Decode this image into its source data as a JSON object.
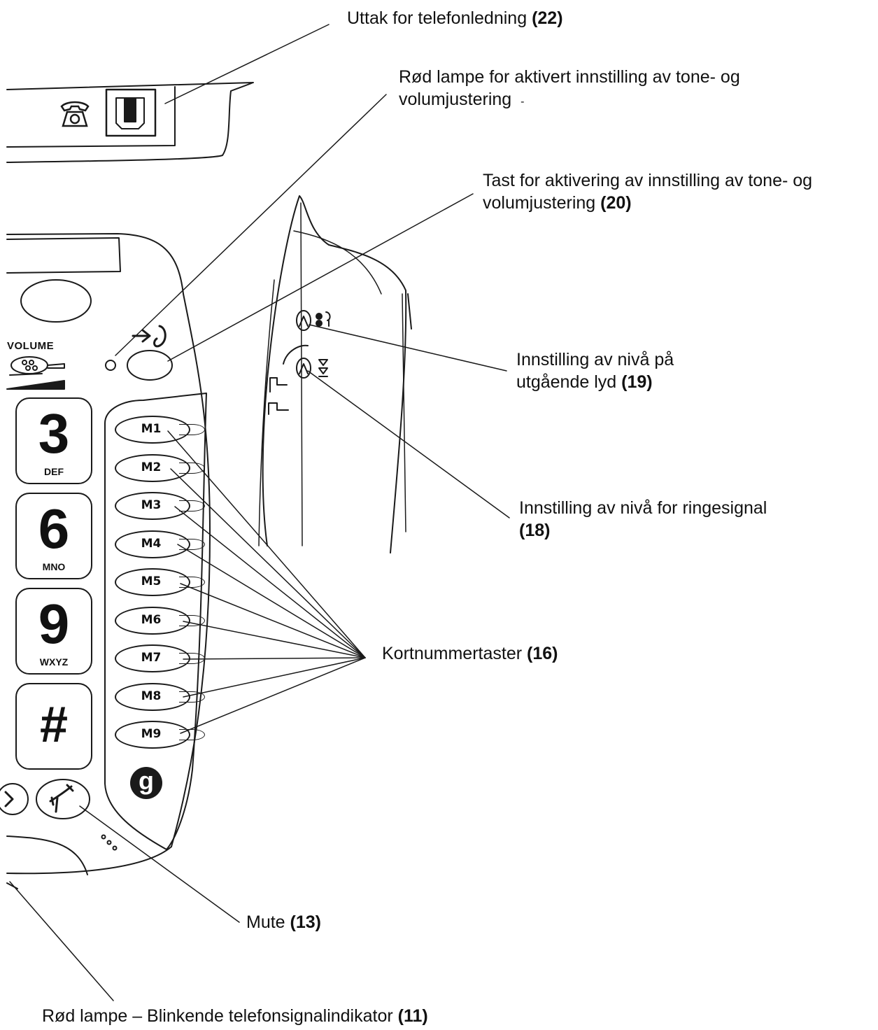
{
  "device": {
    "volume_label": "VOLUME",
    "keys": [
      {
        "digit": "3",
        "letters": "DEF"
      },
      {
        "digit": "6",
        "letters": "MNO"
      },
      {
        "digit": "9",
        "letters": "WXYZ"
      },
      {
        "digit": "#",
        "letters": ""
      }
    ],
    "memory_keys": [
      "M1",
      "M2",
      "M3",
      "M4",
      "M5",
      "M6",
      "M7",
      "M8",
      "M9"
    ],
    "brand_glyph": "g",
    "phone_icon": "telephone-icon",
    "handset_icon": "handset-icon",
    "arrow_icon": "call-arrow-icon"
  },
  "callouts": {
    "jack": {
      "text": "Uttak for telefonledning",
      "num": "(22)"
    },
    "red_lamp_setting": {
      "line1": "Rød lampe for aktivert innstilling av tone- og",
      "line2": "volumjustering",
      "tail": "-"
    },
    "activate_key": {
      "line1": "Tast for aktivering av innstilling av tone- og",
      "line2": "volumjustering",
      "num": "(20)"
    },
    "outgoing_level": {
      "line1": "Innstilling av nivå på",
      "line2": "utgående lyd",
      "num": "(19)"
    },
    "ring_level": {
      "line1": "Innstilling av nivå for ringesignal",
      "num": "(18)"
    },
    "speed_dial": {
      "text": "Kortnummertaster",
      "num": "(16)"
    },
    "mute": {
      "text": "Mute",
      "num": "(13)"
    },
    "ring_indicator": {
      "text": "Rød lampe – Blinkende telefonsignalindikator",
      "num": "(11)"
    }
  }
}
